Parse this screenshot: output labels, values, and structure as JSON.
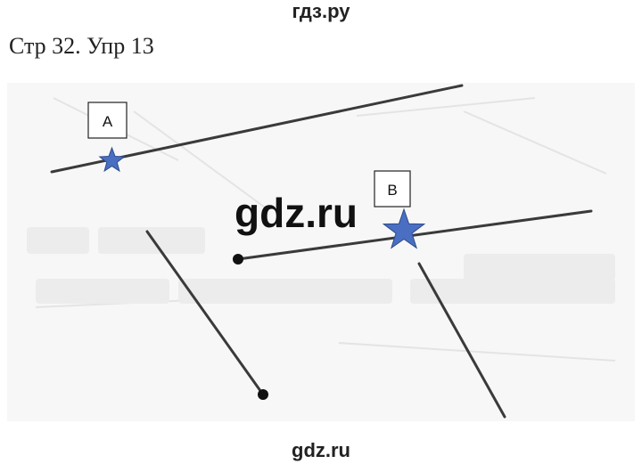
{
  "header": {
    "site": "гдз.ру"
  },
  "title": "Стр 32. Упр 13",
  "figure": {
    "label_a": "A",
    "label_b": "B",
    "watermark": "gdz.ru",
    "marker_color": "#4A6FC2"
  },
  "footer": {
    "site": "gdz.ru"
  }
}
